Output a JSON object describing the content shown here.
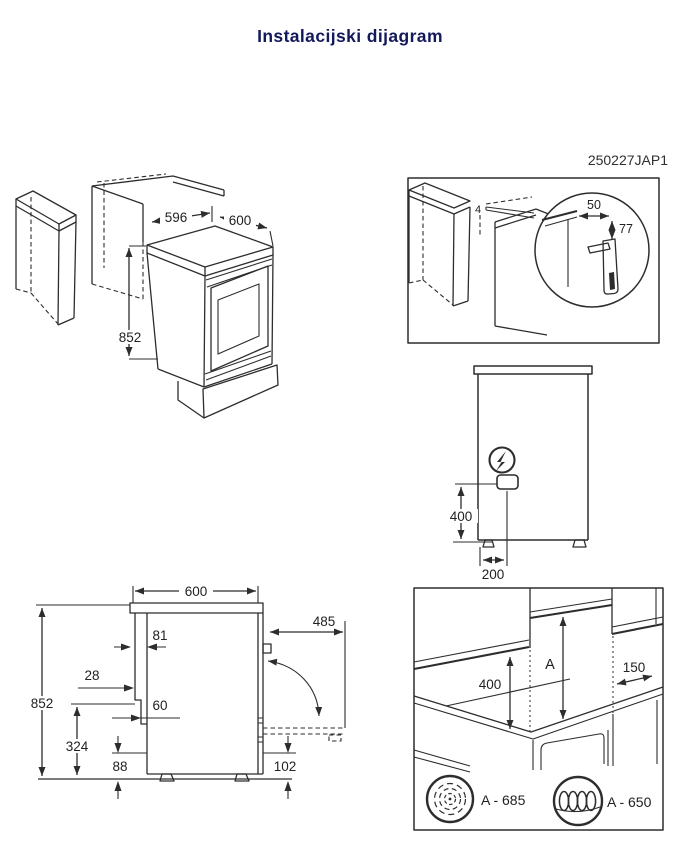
{
  "page": {
    "title": "Instalacijski dijagram",
    "drawing_code": "250227JAP1",
    "title_color": "#14195b",
    "line_color": "#2d2d2d",
    "background": "#ffffff"
  },
  "overview": {
    "gap_width": "596",
    "depth": "600",
    "height": "852"
  },
  "detail": {
    "gap": "4",
    "bracket_inset": "50",
    "bracket_drop": "77"
  },
  "rear": {
    "socket_height": "400",
    "socket_offset": "200"
  },
  "side": {
    "depth": "600",
    "back_gap": "81",
    "door_open": "485",
    "spacer_upper": "28",
    "height": "852",
    "spacer_lower": "60",
    "lower_height": "324",
    "plinth_back": "88",
    "plinth_front": "102"
  },
  "clearance": {
    "cabinet_height": "400",
    "hood_height": "A",
    "side_gap": "150",
    "legend": [
      {
        "icon": "fan-icon",
        "label": "A - 685"
      },
      {
        "icon": "coil-icon",
        "label": "A - 650"
      }
    ]
  }
}
